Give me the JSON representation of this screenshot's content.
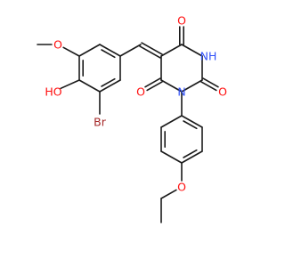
{
  "colors": {
    "carbon_bond": "#1a1a1a",
    "oxygen": "#ff0d0d",
    "nitrogen": "#3050f8",
    "bromine": "#a62929",
    "hydrogen_on_heteroatom": "#1a1a1a"
  },
  "atoms": [
    {
      "id": "O_methoxy",
      "label": "O",
      "element": "oxygen"
    },
    {
      "id": "O_hydroxy",
      "label": "HO",
      "element": "oxygen"
    },
    {
      "id": "Br",
      "label": "Br",
      "element": "bromine"
    },
    {
      "id": "O_top",
      "label": "O",
      "element": "oxygen"
    },
    {
      "id": "NH",
      "label": "NH",
      "element": "nitrogen"
    },
    {
      "id": "O_right",
      "label": "O",
      "element": "oxygen"
    },
    {
      "id": "N",
      "label": "N",
      "element": "nitrogen"
    },
    {
      "id": "O_left",
      "label": "O",
      "element": "oxygen"
    },
    {
      "id": "O_ethoxy",
      "label": "O",
      "element": "oxygen"
    }
  ]
}
